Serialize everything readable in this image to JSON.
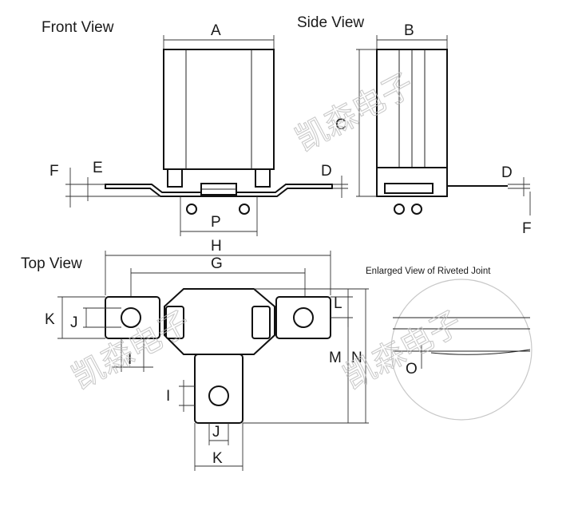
{
  "views": {
    "front": "Front View",
    "side": "Side View",
    "top": "Top View",
    "enlarged": "Enlarged View of Riveted Joint"
  },
  "dims": {
    "A": "A",
    "B": "B",
    "C": "C",
    "D": "D",
    "E": "E",
    "F": "F",
    "G": "G",
    "H": "H",
    "I": "I",
    "J": "J",
    "K": "K",
    "L": "L",
    "M": "M",
    "N": "N",
    "O": "O",
    "P": "P"
  },
  "watermark": "凯森电子"
}
